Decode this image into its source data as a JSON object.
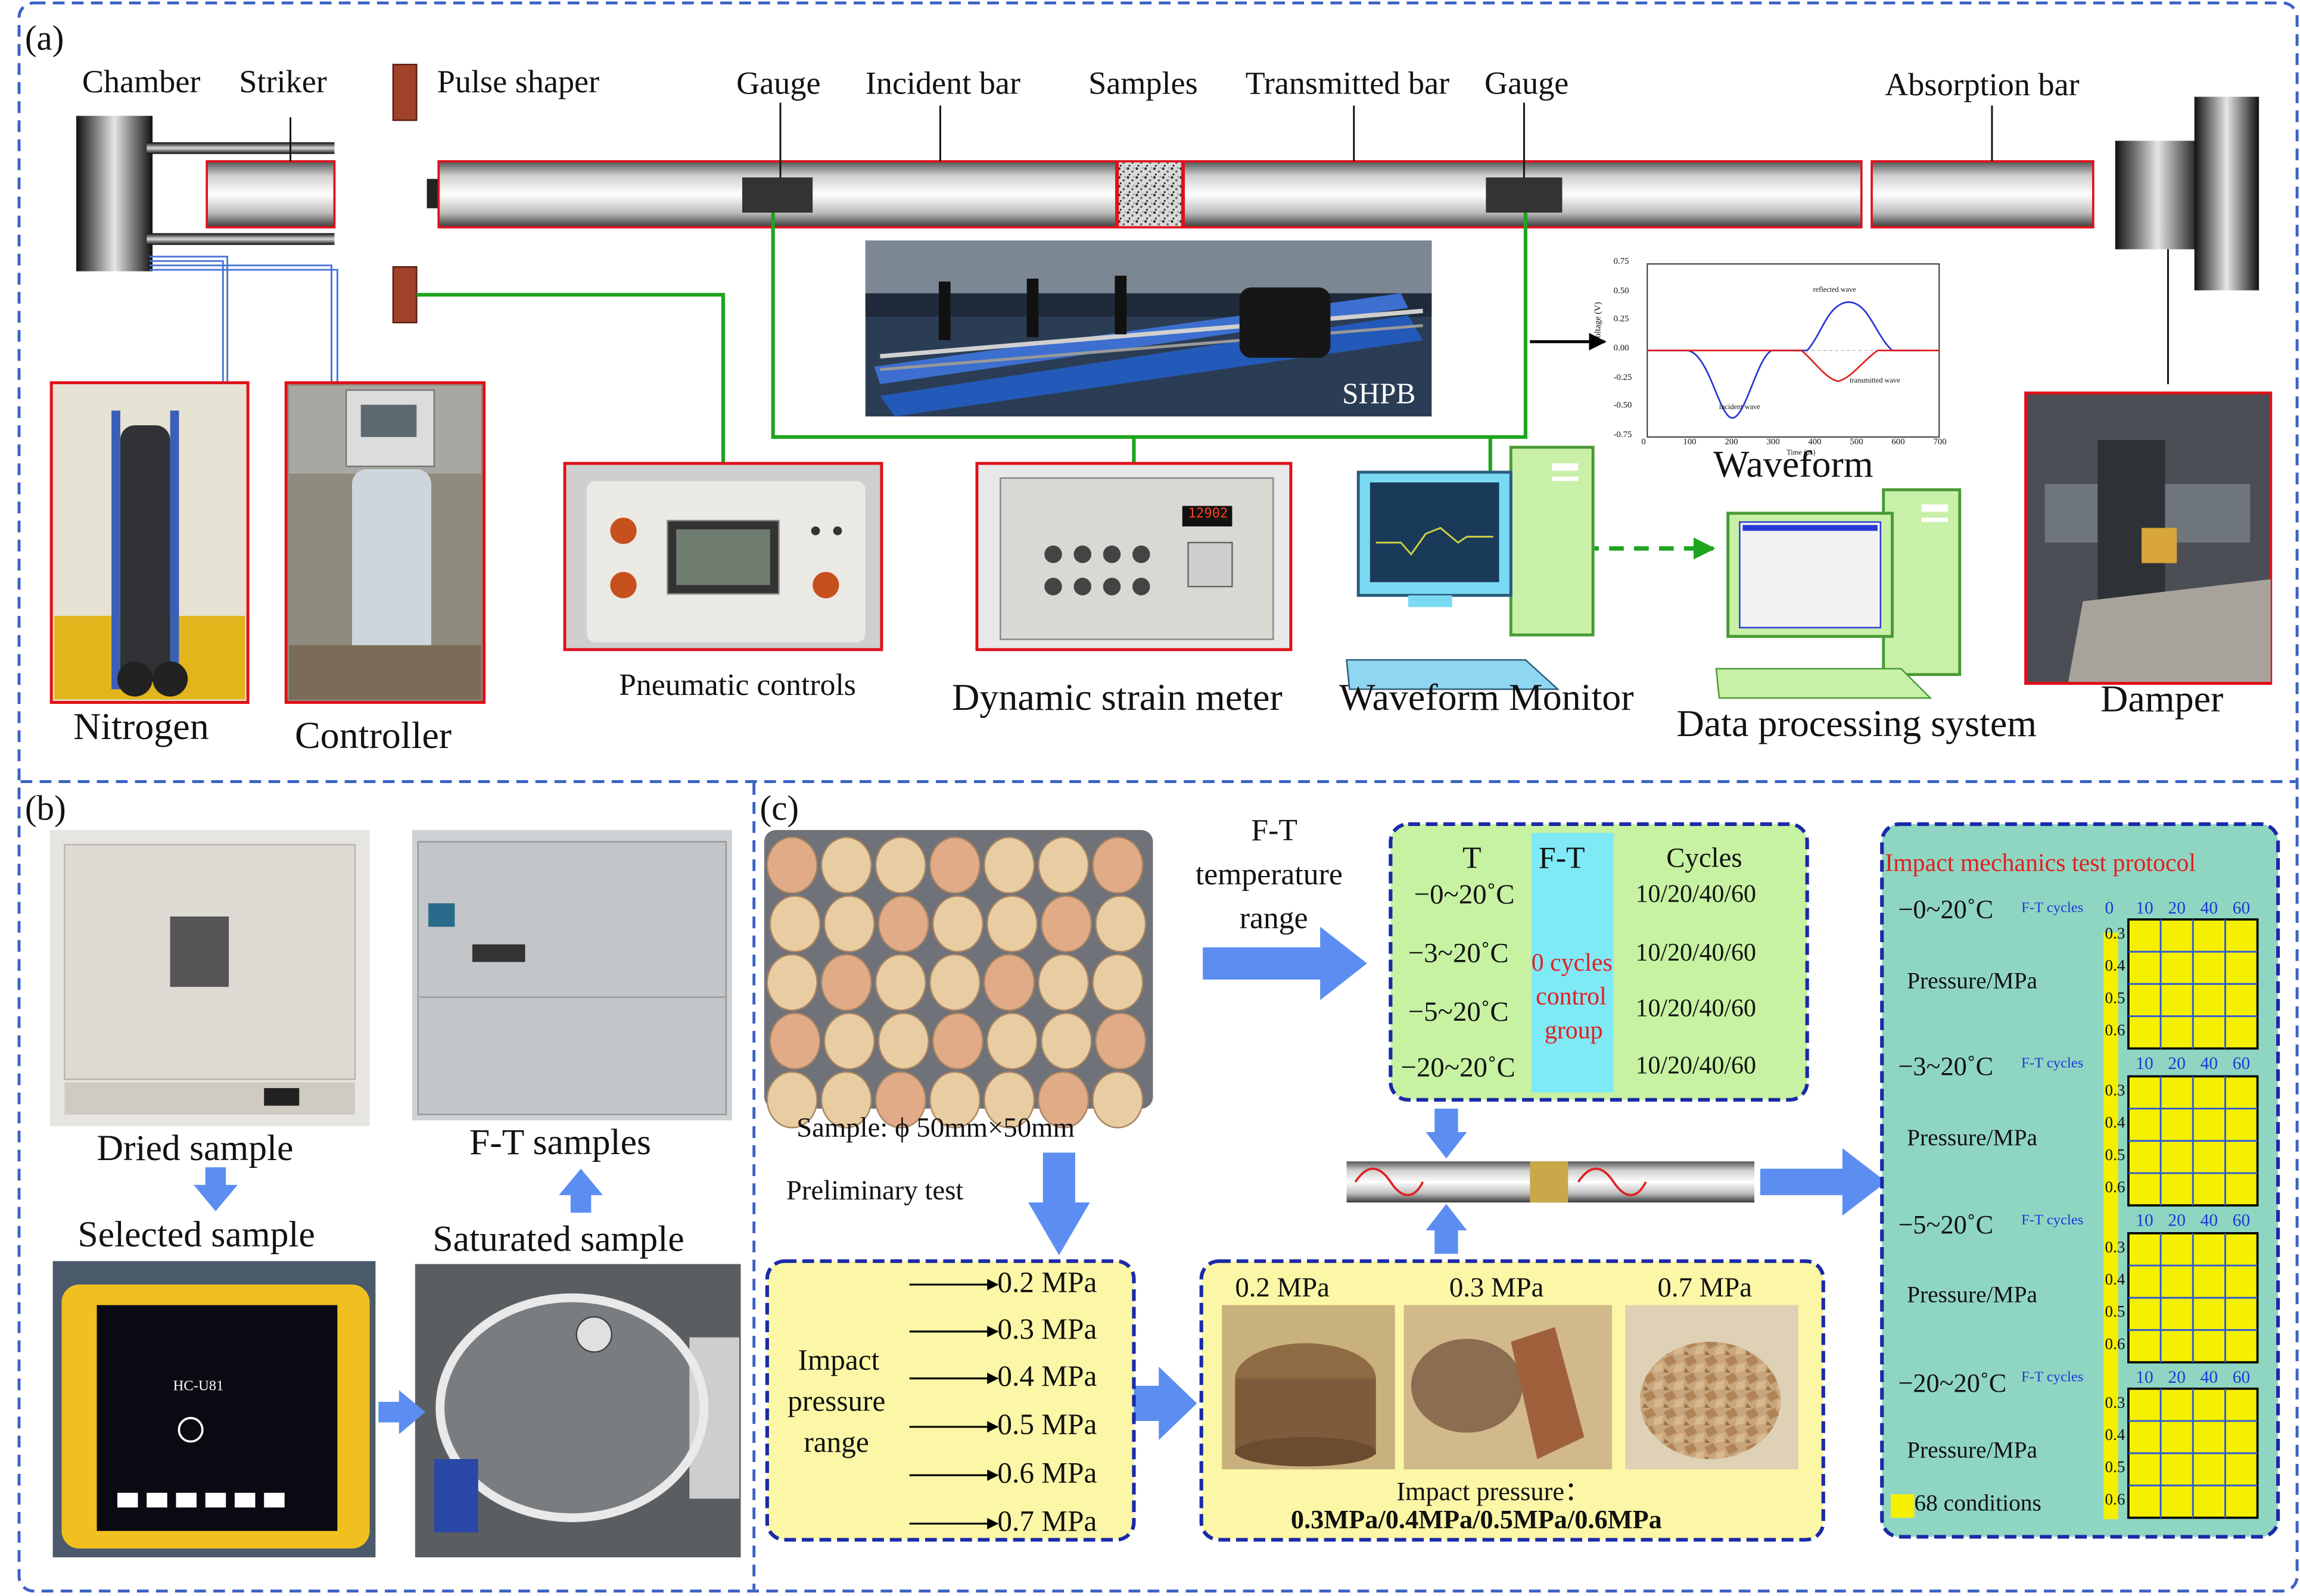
{
  "panel_a": {
    "tag": "(a)",
    "labels": {
      "chamber": "Chamber",
      "striker": "Striker",
      "pulse_shaper": "Pulse shaper",
      "gauge_left": "Gauge",
      "incident_bar": "Incident bar",
      "samples": "Samples",
      "transmitted_bar": "Transmitted bar",
      "gauge_right": "Gauge",
      "absorption_bar": "Absorption bar",
      "shpb": "SHPB",
      "nitrogen": "Nitrogen",
      "controller": "Controller",
      "pneumatic": "Pneumatic controls",
      "strain_meter": "Dynamic strain meter",
      "waveform_monitor": "Waveform Monitor",
      "waveform": "Waveform",
      "data_processing": "Data processing system",
      "damper": "Damper",
      "strain_display": "12902"
    },
    "waveform_chart": {
      "ylabel": "Voltage (V)",
      "xlabel": "Time (μs)",
      "x_ticks": [
        "0",
        "100",
        "200",
        "300",
        "400",
        "500",
        "600",
        "700"
      ],
      "y_ticks": [
        "0.75",
        "0.50",
        "0.25",
        "0.00",
        "-0.25",
        "-0.50",
        "-0.75"
      ],
      "legend_reflected": "reflected wave",
      "legend_incident": "incident wave",
      "legend_transmitted": "transmitted wave"
    }
  },
  "panel_b": {
    "tag": "(b)",
    "labels": {
      "dried": "Dried sample",
      "ft_samples": "F-T samples",
      "selected": "Selected sample",
      "saturated": "Saturated sample",
      "device_model": "HC-U81"
    }
  },
  "panel_c": {
    "tag": "(c)",
    "sample_caption": "Sample: ϕ 50mm×50mm",
    "preliminary": "Preliminary test",
    "ft_range_label": [
      "F-T",
      "temperature",
      "range"
    ],
    "temp_table": {
      "col_t": "T",
      "col_ft": "F-T",
      "col_cycles": "Cycles",
      "rows": [
        {
          "t": "−0~20˚C",
          "cycles": "10/20/40/60"
        },
        {
          "t": "−3~20˚C",
          "cycles": "10/20/40/60"
        },
        {
          "t": "−5~20˚C",
          "cycles": "10/20/40/60"
        },
        {
          "t": "−20~20˚C",
          "cycles": "10/20/40/60"
        }
      ],
      "control": [
        "0 cycles",
        "control",
        "group"
      ]
    },
    "impact_range": {
      "title": [
        "Impact",
        "pressure",
        "range"
      ],
      "values": [
        "0.2 MPa",
        "0.3 MPa",
        "0.4 MPa",
        "0.5 MPa",
        "0.6 MPa",
        "0.7 MPa"
      ]
    },
    "photos": {
      "p1": "0.2 MPa",
      "p2": "0.3 MPa",
      "p3": "0.7 MPa",
      "caption": "Impact pressure：",
      "caption_values": "0.3MPa/0.4MPa/0.5MPa/0.6MPa"
    },
    "protocol": {
      "title": "Impact mechanics test protocol",
      "cycles_label": "F-T cycles",
      "cycles_zero": "0",
      "cycles": [
        "10",
        "20",
        "40",
        "60"
      ],
      "pressure_label": "Pressure/MPa",
      "pressures": [
        "0.3",
        "0.4",
        "0.5",
        "0.6"
      ],
      "groups": [
        "−0~20˚C",
        "−3~20˚C",
        "−5~20˚C",
        "−20~20˚C"
      ],
      "conditions": "68 conditions"
    }
  },
  "colors": {
    "dashed_border": "#3b62c4",
    "red_frame": "#e0101a",
    "green_wire": "#1ea51e",
    "arrow_blue": "#5b8ef0",
    "yellow_box": "#fbf7a6",
    "cyan": "#7fe9f6",
    "green_cell": "#c6f2a2",
    "teal": "#8fd6c2",
    "grid_yellow": "#f5f000",
    "grid_blue": "#2f5bd6",
    "title_red": "#e02020"
  }
}
